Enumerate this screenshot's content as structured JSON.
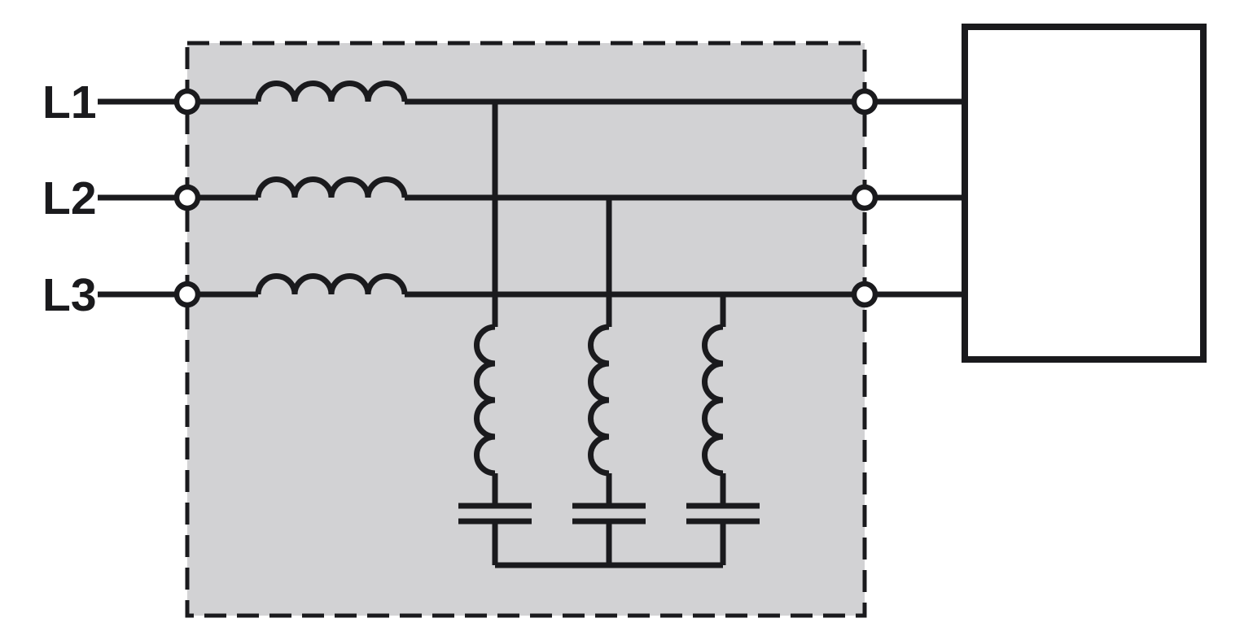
{
  "diagram": {
    "type": "three-phase passive filter circuit schematic",
    "labels": {
      "l1": "L1",
      "l2": "L2",
      "l3": "L3"
    },
    "colors": {
      "line": "#1a1a1d",
      "filter_enclosure_fill": "#d2d2d4",
      "drive_box_fill": "#ffffff",
      "background": "#ffffff"
    }
  }
}
